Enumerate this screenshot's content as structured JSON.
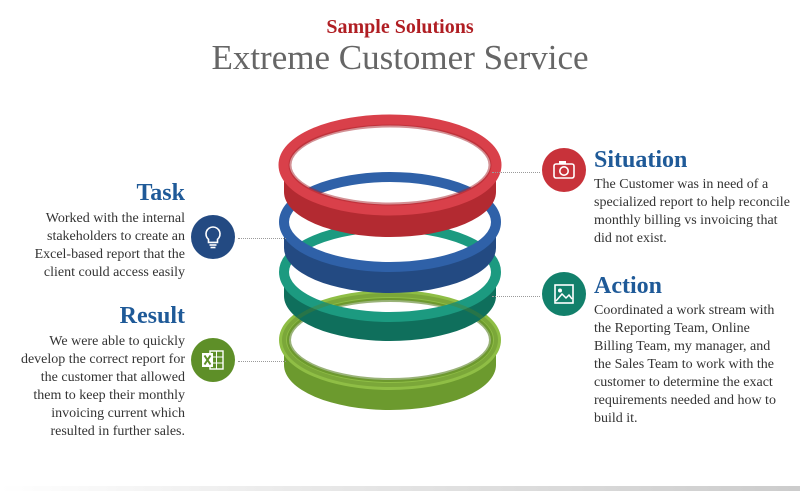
{
  "header": {
    "kicker": "Sample Solutions",
    "title": "Extreme Customer Service"
  },
  "sections": {
    "task": {
      "heading": "Task",
      "lines": [
        "Worked with the internal",
        "stakeholders to create an",
        "Excel-based report that the",
        "client could access easily"
      ],
      "icon": "lightbulb-icon"
    },
    "result": {
      "heading": "Result",
      "lines": [
        "We were able to quickly",
        "develop the correct report for",
        "the customer that allowed",
        "them to keep their monthly",
        "invoicing current which",
        "resulted in further sales."
      ],
      "icon": "excel-icon"
    },
    "situation": {
      "heading": "Situation",
      "lines": [
        "The Customer was in need of a",
        "specialized report to help reconcile",
        "monthly billing vs invoicing that",
        "did not exist."
      ],
      "icon": "camera-icon"
    },
    "action": {
      "heading": "Action",
      "lines": [
        "Coordinated a work stream with",
        "the Reporting Team, Online",
        "Billing Team, my manager, and",
        "the Sales Team to work with the",
        "customer to determine the exact",
        "requirements needed and how to",
        "build it."
      ],
      "icon": "image-icon"
    }
  },
  "colors": {
    "red": "#c8323a",
    "blue": "#27528f",
    "teal": "#12806b",
    "green": "#7aa83a",
    "heading_blue": "#1f5a98"
  }
}
